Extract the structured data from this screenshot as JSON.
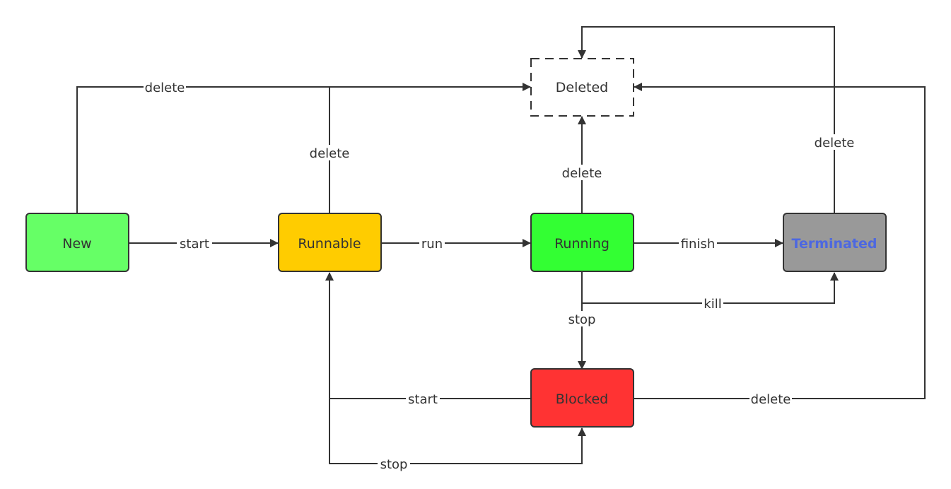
{
  "diagram": {
    "type": "state-diagram",
    "nodes": [
      {
        "id": "new",
        "label": "New",
        "fill": "#66ff66",
        "text_color": "#333333",
        "bold": false,
        "dashed": false
      },
      {
        "id": "runnable",
        "label": "Runnable",
        "fill": "#ffcc00",
        "text_color": "#333333",
        "bold": false,
        "dashed": false
      },
      {
        "id": "running",
        "label": "Running",
        "fill": "#33ff33",
        "text_color": "#333333",
        "bold": false,
        "dashed": false
      },
      {
        "id": "terminated",
        "label": "Terminated",
        "fill": "#999999",
        "text_color": "#4d68e0",
        "bold": true,
        "dashed": false
      },
      {
        "id": "blocked",
        "label": "Blocked",
        "fill": "#ff3333",
        "text_color": "#333333",
        "bold": false,
        "dashed": false
      },
      {
        "id": "deleted",
        "label": "Deleted",
        "fill": "#ffffff",
        "text_color": "#333333",
        "bold": false,
        "dashed": true
      }
    ],
    "edges": [
      {
        "from": "new",
        "to": "runnable",
        "label": "start"
      },
      {
        "from": "runnable",
        "to": "running",
        "label": "run"
      },
      {
        "from": "running",
        "to": "terminated",
        "label": "finish"
      },
      {
        "from": "running",
        "to": "terminated",
        "label": "kill"
      },
      {
        "from": "running",
        "to": "blocked",
        "label": "stop"
      },
      {
        "from": "blocked",
        "to": "runnable",
        "label": "start"
      },
      {
        "from": "runnable",
        "to": "blocked",
        "label": "stop"
      },
      {
        "from": "new",
        "to": "deleted",
        "label": "delete"
      },
      {
        "from": "runnable",
        "to": "deleted",
        "label": "delete"
      },
      {
        "from": "running",
        "to": "deleted",
        "label": "delete"
      },
      {
        "from": "terminated",
        "to": "deleted",
        "label": "delete"
      },
      {
        "from": "blocked",
        "to": "deleted",
        "label": "delete"
      }
    ]
  }
}
